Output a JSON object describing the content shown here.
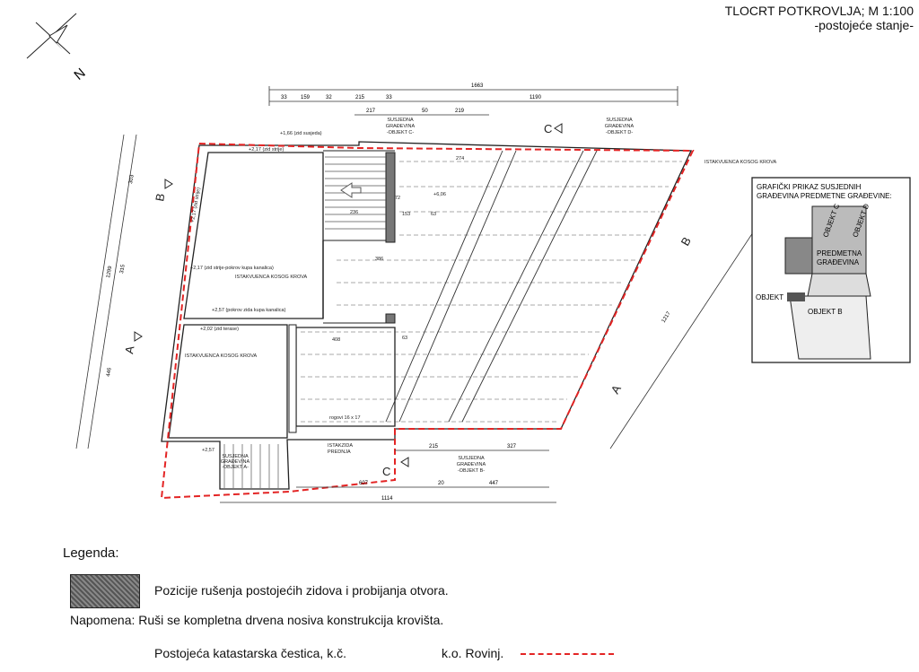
{
  "title": {
    "line1": "TLOCRT POTKROVLJA; M 1:100",
    "line2": "-postojeće stanje-"
  },
  "north_label": "N",
  "dimensions": {
    "top_total": "1663",
    "top_segments": [
      "33",
      "159",
      "32",
      "215",
      "33"
    ],
    "top_right": "1190",
    "top_sub": [
      "217",
      "50",
      "219"
    ],
    "bottom_total": "1114",
    "bottom_segments": [
      "607",
      "20",
      "447"
    ],
    "bottom_upper": [
      "215",
      "327"
    ],
    "inner": [
      "274",
      "236",
      "153",
      "63",
      "72",
      "386",
      "408",
      "63"
    ],
    "left_total": "1299",
    "left_segments": [
      "303",
      "315",
      "446"
    ],
    "right_diag": "1217"
  },
  "levels": {
    "l1": "+1,66 (zid susjeda)",
    "l2": "+2,17 (zid strije)",
    "l3": "+2,17 (zid strije)",
    "l4": "+2,17 (zid strije-pokrov kupa kanalica)",
    "l5": "+2,57 (pokrov zida kupa kanalica)",
    "l6": "+2,02 (zid terase)",
    "l7": "+6,06",
    "l8": "+2,57"
  },
  "labels": {
    "neighbor_c": [
      "SUSJEDNA",
      "GRAĐEVINA",
      "-OBJEKT C-"
    ],
    "neighbor_d": [
      "SUSJEDNA",
      "GRAĐEVINA",
      "-OBJEKT D-"
    ],
    "neighbor_b": [
      "SUSJEDNA",
      "GRAĐEVINA",
      "-OBJEKT B-"
    ],
    "neighbor_a": [
      "SUSJEDNA",
      "GRAĐEVINA",
      "-OBJEKT A-"
    ],
    "roof_right_top": "ISTAKVUENCA KOSOG KROVA",
    "roof_mid": "ISTAKVUENCA KOSOG KROVA",
    "roof_left": "ISTAKVUENCA KOSOG KROVA",
    "wall_proj": [
      "ISTAKZIDA",
      "PREDNJA"
    ],
    "rafter": "rogovi 16 x 17",
    "section_a": "A",
    "section_b": "B",
    "section_c": "C"
  },
  "detail": {
    "title_lines": [
      "GRAFIČKI PRIKAZ SUSJEDNIH",
      "GRAĐEVINA PREDMETNE GRAĐEVINE:"
    ],
    "objekt_c": "OBJEKT C",
    "objekt_d": "OBJEKT D",
    "predmetna": [
      "PREDMETNA",
      "GRAĐEVINA"
    ],
    "objekt": "OBJEKT",
    "objekt_b": "OBJEKT B"
  },
  "legend": {
    "title": "Legenda:",
    "item1": "Pozicije rušenja postojećih zidova i probijanja otvora.",
    "item2": "Napomena: Ruši se kompletna drvena nosiva konstrukcija krovišta.",
    "item3a": "Postojeća katastarska čestica, k.č.",
    "item3b": "k.o. Rovinj."
  },
  "colors": {
    "boundary": "#e32424",
    "line": "#222222",
    "hatch": "#666666"
  }
}
